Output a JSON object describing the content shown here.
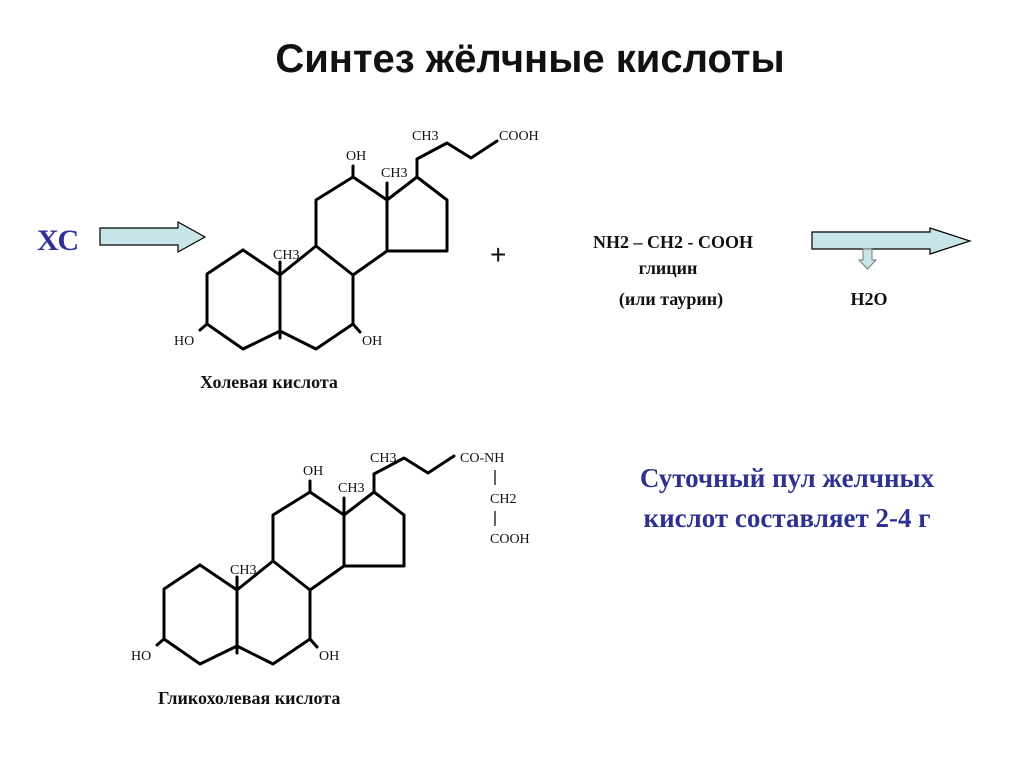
{
  "title": "Синтез жёлчные кислоты",
  "reactant": "ХС",
  "plus": "+",
  "cholic_acid": {
    "name": "Холевая кислота",
    "labels": {
      "oh12": "OH",
      "oh7": "OH",
      "ho3": "HO",
      "ch3_10": "CH3",
      "ch3_13": "CH3",
      "ch3_20": "CH3",
      "cooh": "COOH"
    }
  },
  "glycine": {
    "formula": "NH2 – CH2 - COOH",
    "name": "глицин",
    "alt": "(или таурин)"
  },
  "byproduct": "H2O",
  "glycocholic_acid": {
    "name": "Гликохолевая кислота",
    "labels": {
      "oh12": "OH",
      "oh7": "OH",
      "ho3": "HO",
      "ch3_10": "CH3",
      "ch3_13": "CH3",
      "ch3_20": "CH3",
      "conh": "CO-NH",
      "ch2": "CH2",
      "cooh": "COOH"
    }
  },
  "note": {
    "line1": "Суточный пул желчных",
    "line2": "кислот составляет 2-4 г"
  },
  "colors": {
    "arrow_fill": "#c8e6ea",
    "accent": "#2e3192"
  }
}
